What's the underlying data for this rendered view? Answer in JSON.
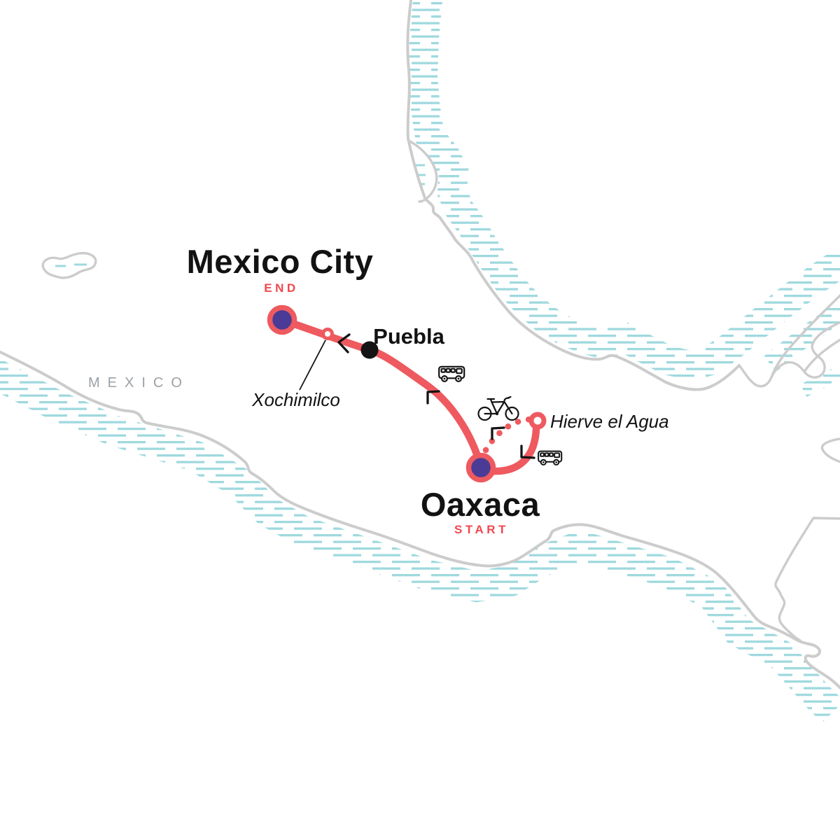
{
  "country": {
    "label": "MEXICO"
  },
  "locations": {
    "mexico_city": {
      "name": "Mexico City",
      "tag": "END",
      "marker": "large-purple-circle"
    },
    "puebla": {
      "name": "Puebla",
      "marker": "black-dot"
    },
    "xochimilco": {
      "name": "Xochimilco",
      "marker": "small-red-ring"
    },
    "hierve_el_agua": {
      "name": "Hierve el Agua",
      "marker": "red-ring"
    },
    "oaxaca": {
      "name": "Oaxaca",
      "tag": "START",
      "marker": "large-purple-circle"
    }
  },
  "transport_icons": [
    {
      "id": "bus-oaxaca-puebla",
      "type": "bus"
    },
    {
      "id": "bicycle-oaxaca-hierve",
      "type": "bicycle"
    },
    {
      "id": "bus-hierve-oaxaca",
      "type": "bus"
    }
  ],
  "route_styles": {
    "solid": "travel leg",
    "dotted": "side trip"
  },
  "colors": {
    "route": "#ee5a5f",
    "marker_fill": "#4a3b96",
    "accent_text": "#f0484f",
    "label_text": "#121212",
    "coastline": "#cccccc",
    "water_hatch": "#9fd9de",
    "country_text": "#9ba1a5"
  }
}
